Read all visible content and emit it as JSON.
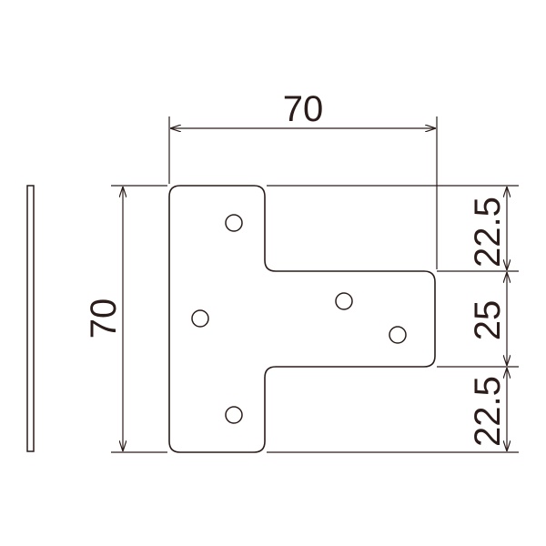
{
  "dimensions": {
    "width_label": "70",
    "height_label": "70",
    "right_top_label": "22.5",
    "right_middle_label": "25",
    "right_bottom_label": "22.5"
  },
  "colors": {
    "line": "#2b1c1a",
    "background": "#ffffff"
  }
}
